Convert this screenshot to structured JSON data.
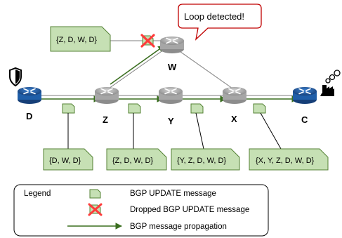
{
  "alert": {
    "text": "Loop detected!"
  },
  "nodes": {
    "D": {
      "label": "D"
    },
    "Z": {
      "label": "Z"
    },
    "Y": {
      "label": "Y"
    },
    "X": {
      "label": "X"
    },
    "C": {
      "label": "C"
    },
    "W": {
      "label": "W"
    }
  },
  "messages": {
    "d": "{D, W, D}",
    "z": "{Z, D, W, D}",
    "y": "{Y, Z, D, W, D}",
    "x": "{X, Y, Z, D, W, D}",
    "w": "{Z, D, W, D}"
  },
  "legend": {
    "title": "Legend",
    "update": "BGP UPDATE message",
    "dropped": "Dropped BGP UPDATE message",
    "propagation": "BGP message propagation"
  },
  "colors": {
    "msg_fill": "#c6e0b4",
    "msg_stroke": "#548235",
    "arrow": "#3a6e1f",
    "router_blue": "#1f5ea8",
    "router_gray": "#a6a6a6",
    "alert_stroke": "#c00000",
    "drop_x": "#ff3b3b"
  }
}
